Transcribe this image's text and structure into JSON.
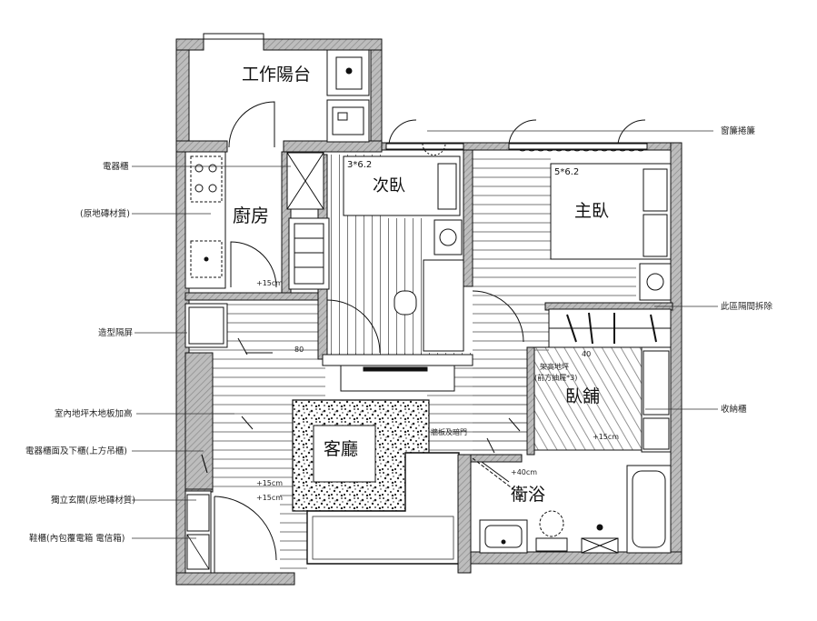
{
  "rooms": {
    "balcony": "工作陽台",
    "kitchen": "廚房",
    "second_bedroom": "次臥",
    "second_bedroom_size": "3*6.2",
    "master_bedroom": "主臥",
    "master_bedroom_size": "5*6.2",
    "living_room": "客廳",
    "bed_area": "臥舖",
    "bathroom": "衛浴"
  },
  "annotations": {
    "appliance_cabinet": "電器櫃",
    "kitchen_floor": "(原地磚材質)",
    "feature_screen": "造型隔屏",
    "indoor_floor": "室內地坪木地板加高",
    "appliance_counter": "電器櫃面及下櫃(上方吊櫃)",
    "entry_floor": "獨立玄關(原地磚材質)",
    "shoe_cabinet": "鞋櫃(內包覆電箱 電信箱)",
    "curtain_box": "窗簾捲簾",
    "wall_removed": "此區隔間拆除",
    "storage_cabinet": "收納櫃",
    "bed_note_1": "架高地坪",
    "bed_note_2": "(前方抽屜*3)",
    "wall_door": "牆板及暗門",
    "dim_80": "80",
    "dim_40": "40",
    "dim_40cm": "+40cm",
    "dim_15cm_a": "+15cm",
    "dim_15cm_b": "+15cm",
    "dim_15cm_c": "+15cm",
    "dim_15cm_d": "+15cm"
  }
}
